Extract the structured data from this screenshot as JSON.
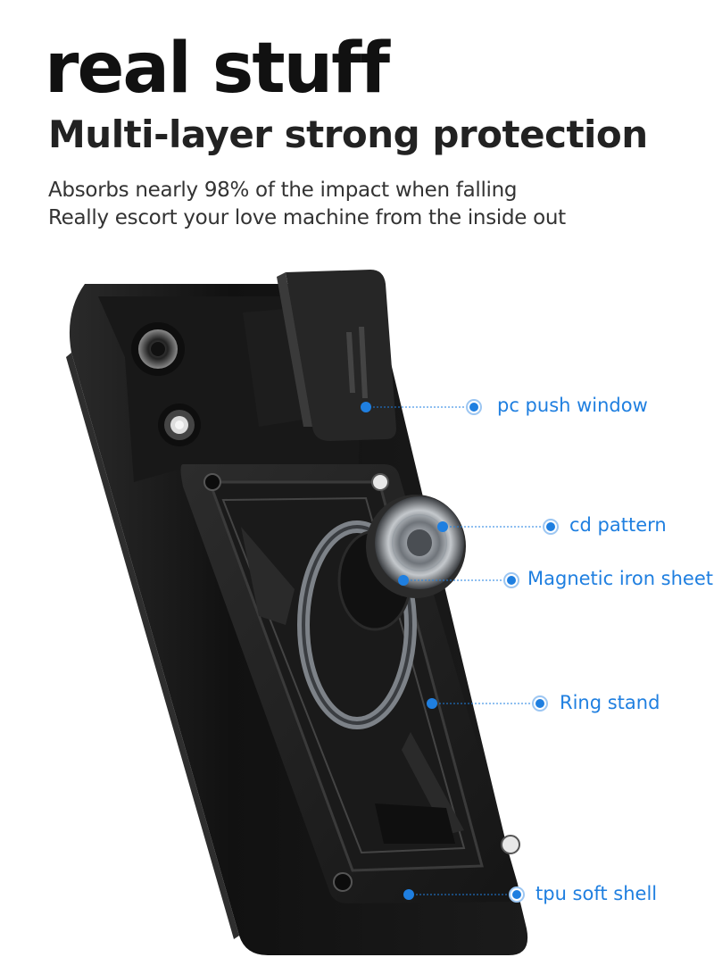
{
  "header": {
    "title": "real stuff",
    "subtitle": "Multi-layer strong protection",
    "line1": "Absorbs nearly 98% of the impact when falling",
    "line2": "Really escort your love machine from the inside out"
  },
  "callouts": [
    {
      "label": "pc push window"
    },
    {
      "label": "cd pattern"
    },
    {
      "label": "Magnetic iron sheet"
    },
    {
      "label": "Ring stand"
    },
    {
      "label": "tpu soft shell"
    }
  ],
  "colors": {
    "accent": "#1f7fe0",
    "text": "#111111",
    "case": "#141414",
    "plate": "#1e1e1e",
    "background": "#ffffff"
  }
}
